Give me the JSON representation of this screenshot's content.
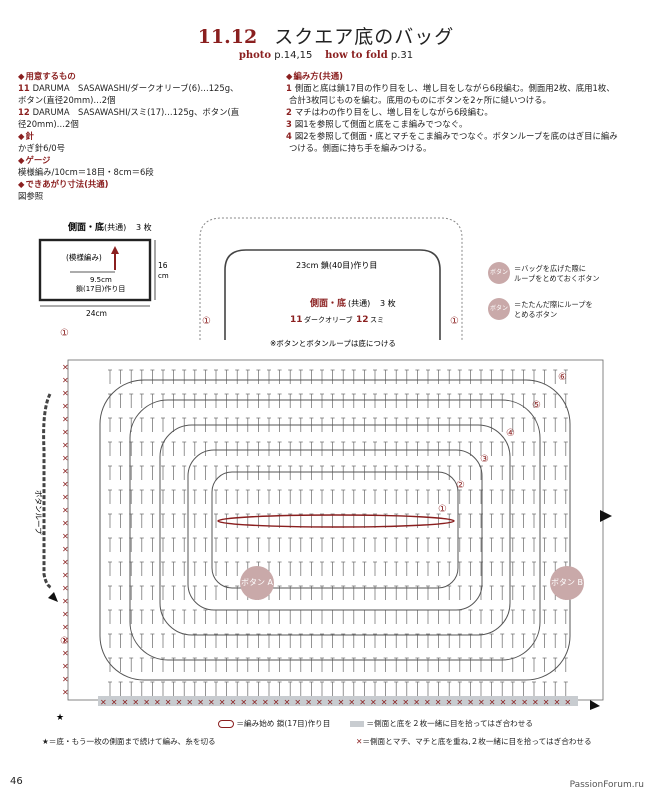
{
  "title": {
    "number": "11.12",
    "name": "スクエア底のバッグ"
  },
  "subtitle": {
    "photo_label": "photo",
    "photo_pages": "p.14,15",
    "fold_label": "how to fold",
    "fold_page": "p.31"
  },
  "materials": {
    "heading": "用意するもの",
    "item11_num": "11",
    "item11_text": "DARUMA　SASAWASHI/ダークオリーブ(6)…125g、",
    "item11_text2": "ボタン(直径20mm)…2個",
    "item12_num": "12",
    "item12_text": "DARUMA　SASAWASHI/スミ(17)…125g、ボタン(直",
    "item12_text2": "径20mm)…2個"
  },
  "needle": {
    "heading": "針",
    "value": "かぎ針6/0号"
  },
  "gauge": {
    "heading": "ゲージ",
    "value": "模様編み/10cm＝18目・8cm＝6段"
  },
  "size": {
    "heading": "できあがり寸法(共通)",
    "value": "図参照"
  },
  "method": {
    "heading": "編み方(共通)",
    "steps": [
      {
        "n": "1",
        "text": "側面と底は鎖17目の作り目をし、増し目をしながら6段編む。側面用2枚、底用1枚、"
      },
      {
        "n": "",
        "text": "合計3枚同じものを編む。底用のものにボタンを2ヶ所に縫いつける。"
      },
      {
        "n": "2",
        "text": "マチはわの作り目をし、増し目をしながら6段編む。"
      },
      {
        "n": "3",
        "text": "図1を参照して側面と底をこま編みでつなぐ。"
      },
      {
        "n": "4",
        "text": "図2を参照して側面・底とマチをこま編みでつなぐ。ボタンループを底のはぎ目に編み"
      },
      {
        "n": "",
        "text": "つける。側面に持ち手を編みつける。"
      }
    ]
  },
  "schematic": {
    "panel_label": "側面・底",
    "panel_common": "(共通)",
    "panel_count": "3 枚",
    "pattern_label": "(模様編み)",
    "width_inner": "9.5cm",
    "chain_label": "鎖(17目)作り目",
    "height": "16",
    "height_unit": "cm",
    "width": "24cm"
  },
  "chart": {
    "handle_label": "23cm 鎖(40目)作り目",
    "title": "側面・底",
    "title_common": "(共通)",
    "title_count": "3 枚",
    "variant11_num": "11",
    "variant11_color": "ダークオリーブ",
    "variant12_num": "12",
    "variant12_color": "スミ",
    "note": "※ボタンとボタンループは底につける",
    "button_loop": "ボタンループ",
    "button_a": "ボタン A",
    "button_b": "ボタン B",
    "legend_a_badge": "ボタン A",
    "legend_a_text": "＝バッグを広げた際に",
    "legend_a_text2": "ループをとめておくボタン",
    "legend_b_badge": "ボタン B",
    "legend_b_text": "＝たたんだ際にループを",
    "legend_b_text2": "とめるボタン",
    "rows": [
      "①",
      "②",
      "③",
      "④",
      "⑤",
      "⑥"
    ],
    "marker_one": "①"
  },
  "footer": {
    "legend_start": "＝編み始め 鎖(17目)作り目",
    "legend_bar": "＝側面と底を２枚一緒に目を拾ってはぎ合わせる",
    "legend_star": "★＝底・もう一枚の側面まで続けて編み、糸を切る",
    "legend_x": "＝側面とマチ、マチと底を重ね,２枚一緒に目を拾ってはぎ合わせる"
  },
  "page_number": "46",
  "watermark": "PassionForum.ru",
  "colors": {
    "accent": "#8a1f1f",
    "badge": "#c9a9a9",
    "bar": "#c8ccd0"
  }
}
